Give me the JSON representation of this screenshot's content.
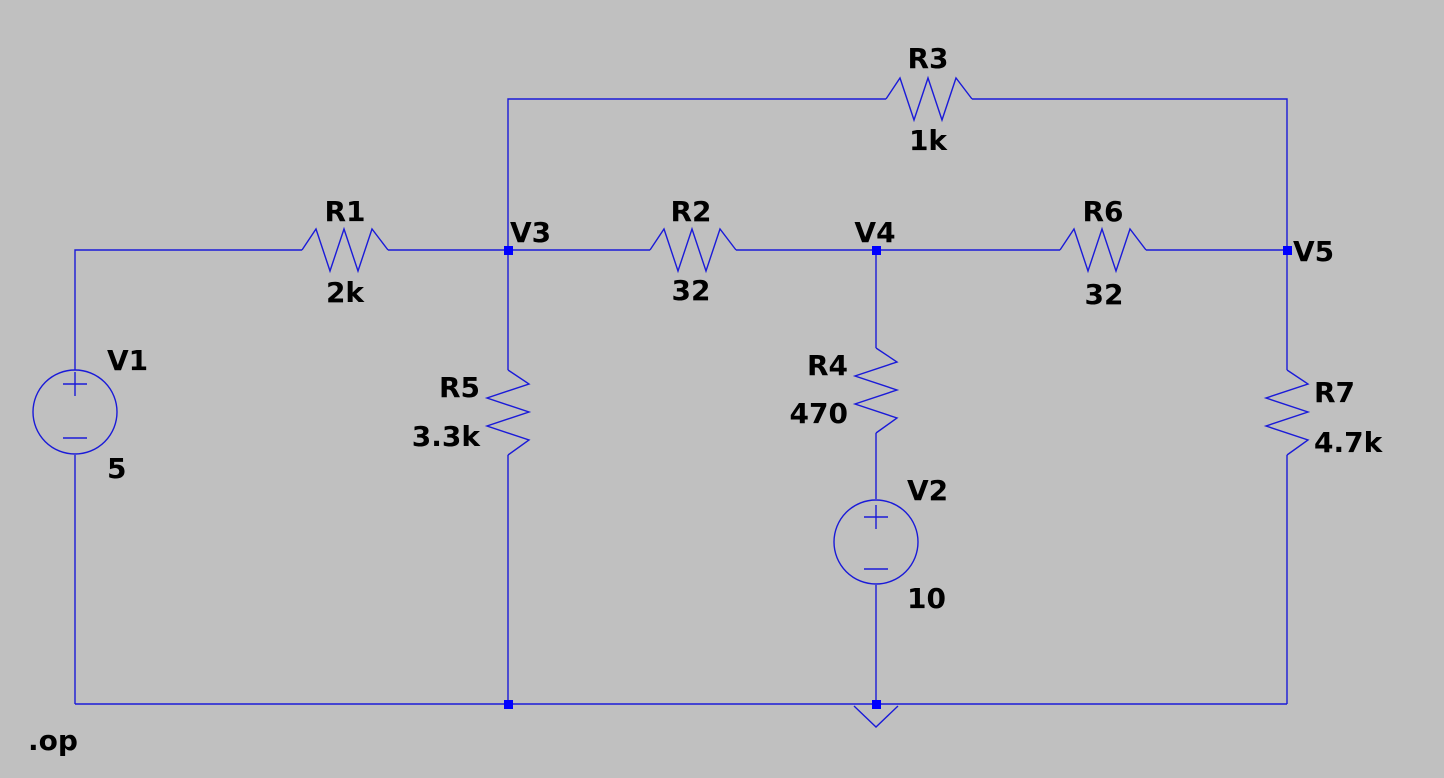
{
  "colors": {
    "background": "#c0c0c0",
    "wire": "#1a1ad8",
    "junction": "#0000ff",
    "text": "#000000"
  },
  "components": {
    "R1": {
      "name": "R1",
      "value": "2k"
    },
    "R2": {
      "name": "R2",
      "value": "32"
    },
    "R3": {
      "name": "R3",
      "value": "1k"
    },
    "R4": {
      "name": "R4",
      "value": "470"
    },
    "R5": {
      "name": "R5",
      "value": "3.3k"
    },
    "R6": {
      "name": "R6",
      "value": "32"
    },
    "R7": {
      "name": "R7",
      "value": "4.7k"
    },
    "V1": {
      "name": "V1",
      "value": "5"
    },
    "V2": {
      "name": "V2",
      "value": "10"
    }
  },
  "nets": {
    "V3": "V3",
    "V4": "V4",
    "V5": "V5"
  },
  "directive": ".op"
}
